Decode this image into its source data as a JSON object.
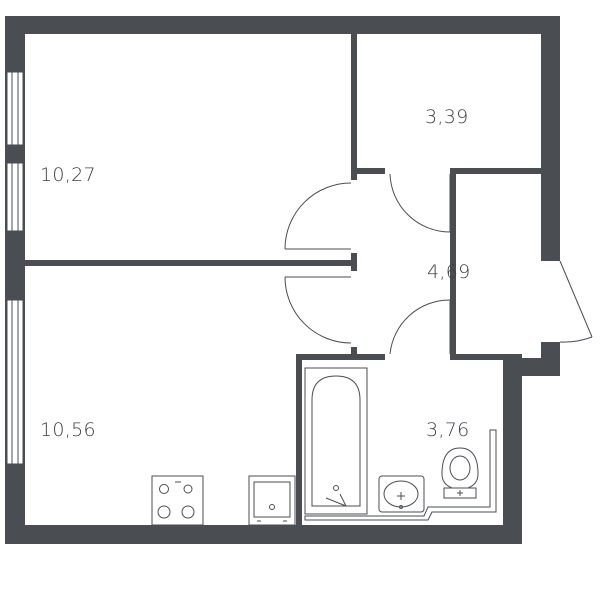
{
  "rooms": [
    {
      "id": "room-1",
      "area": "10,27"
    },
    {
      "id": "room-2",
      "area": "3,39"
    },
    {
      "id": "room-3",
      "area": "4,69"
    },
    {
      "id": "room-4",
      "area": "10,56"
    },
    {
      "id": "room-5",
      "area": "3,76"
    }
  ],
  "colors": {
    "wall": "#4a4d52",
    "background": "#ffffff",
    "text": "#3e4045"
  },
  "icons": [
    "bathtub-icon",
    "sink-icon",
    "toilet-icon",
    "stove-icon",
    "kitchen-sink-icon"
  ]
}
